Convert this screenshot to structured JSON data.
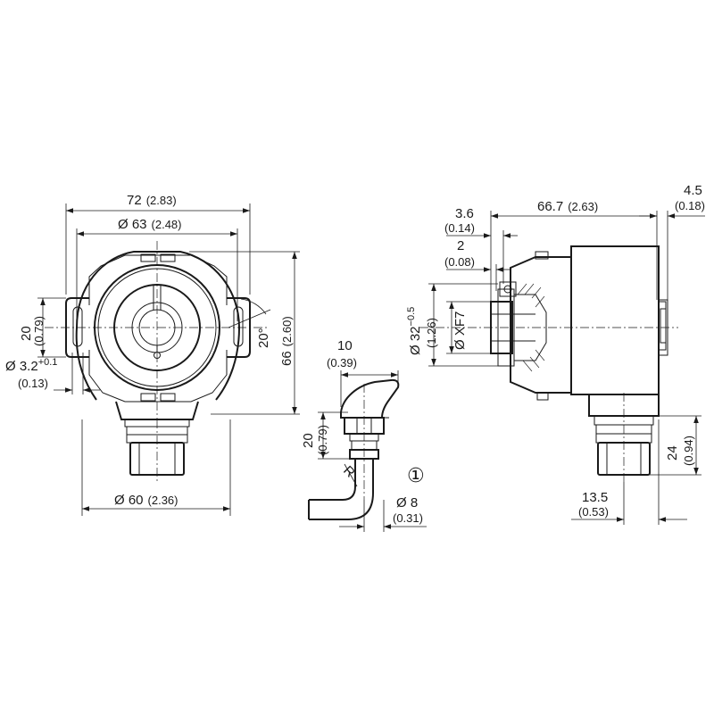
{
  "front": {
    "w72": "72",
    "w72_in": "(2.83)",
    "d63": "Ø 63",
    "d63_in": "(2.48)",
    "h20": "20",
    "h20_in": "(0.79)",
    "d32": "Ø 3.2",
    "d32_tol": "+0.1",
    "d32_in": "(0.13)",
    "ang": "20°",
    "h66": "66",
    "h66_in": "(2.60)",
    "d60": "Ø 60",
    "d60_in": "(2.36)"
  },
  "cable": {
    "w10": "10",
    "w10_in": "(0.39)",
    "h20": "20",
    "h20_in": "(0.79)",
    "radius": "R",
    "d8": "Ø 8",
    "d8_in": "(0.31)",
    "note_marker": "①"
  },
  "side": {
    "w36": "3.6",
    "w36_in": "(0.14)",
    "w2": "2",
    "w2_in": "(0.08)",
    "w667": "66.7",
    "w667_in": "(2.63)",
    "w45": "4.5",
    "w45_in": "(0.18)",
    "d32": "Ø 32",
    "d32_tol": "−0.5",
    "d32_in": "(1.26)",
    "dxf7": "Ø XF7",
    "h24": "24",
    "h24_in": "(0.94)",
    "w135": "13.5",
    "w135_in": "(0.53)"
  }
}
